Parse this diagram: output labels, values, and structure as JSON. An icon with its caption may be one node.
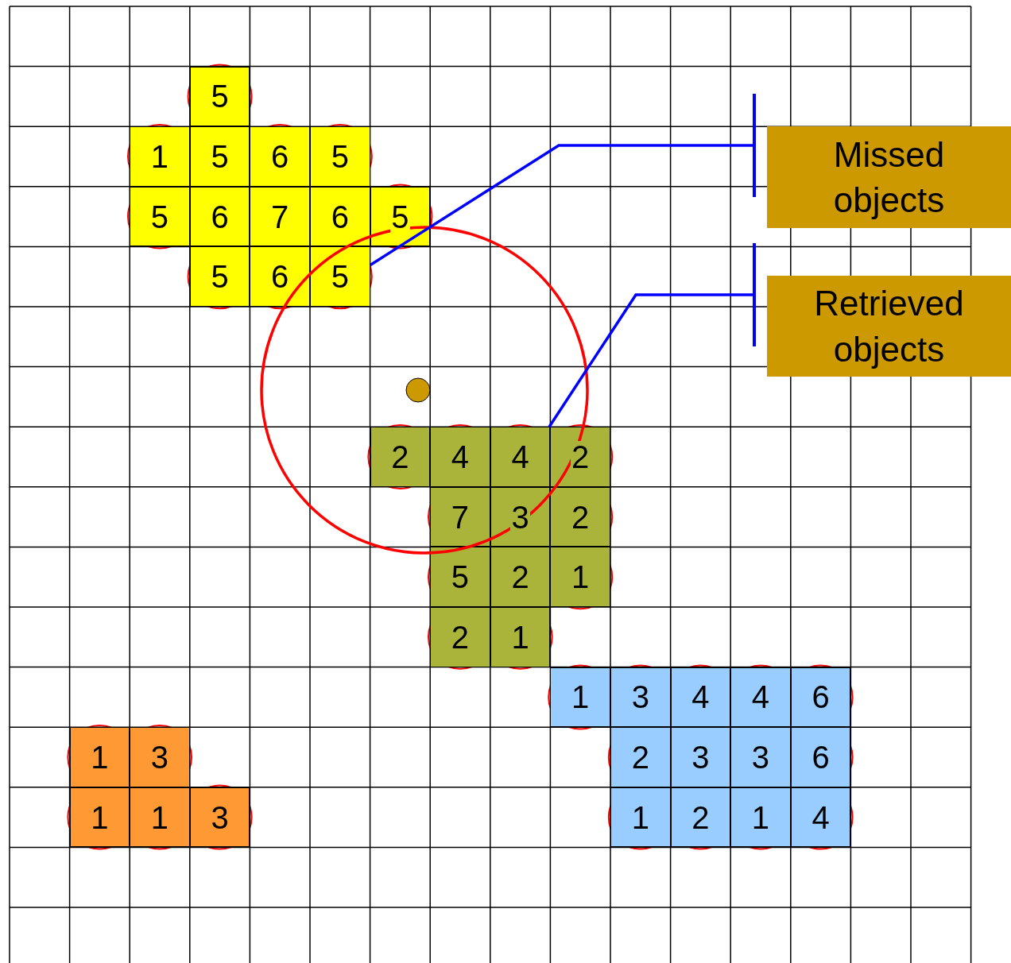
{
  "diagram": {
    "nodes": [
      {
        "text": [
          "5"
        ]
      },
      {
        "text": [
          "1"
        ]
      },
      {
        "text": [
          "5"
        ]
      },
      {
        "text": [
          "6"
        ]
      },
      {
        "text": [
          "5"
        ]
      },
      {
        "text": [
          "5"
        ]
      },
      {
        "text": [
          "6"
        ]
      },
      {
        "text": [
          "7"
        ]
      },
      {
        "text": [
          "6"
        ]
      },
      {
        "text": [
          "5"
        ]
      },
      {
        "text": [
          "5"
        ]
      },
      {
        "text": [
          "6"
        ]
      },
      {
        "text": [
          "5"
        ]
      },
      {
        "text": [
          "2"
        ]
      },
      {
        "text": [
          "4"
        ]
      },
      {
        "text": [
          "4"
        ]
      },
      {
        "text": [
          "2"
        ]
      },
      {
        "text": [
          "7"
        ]
      },
      {
        "text": [
          "3"
        ]
      },
      {
        "text": [
          "2"
        ]
      },
      {
        "text": [
          "5"
        ]
      },
      {
        "text": [
          "2"
        ]
      },
      {
        "text": [
          "1"
        ]
      },
      {
        "text": [
          "2"
        ]
      },
      {
        "text": [
          "1"
        ]
      },
      {
        "text": [
          "1"
        ]
      },
      {
        "text": [
          "3"
        ]
      },
      {
        "text": [
          "4"
        ]
      },
      {
        "text": [
          "4"
        ]
      },
      {
        "text": [
          "6"
        ]
      },
      {
        "text": [
          "2"
        ]
      },
      {
        "text": [
          "3"
        ]
      },
      {
        "text": [
          "3"
        ]
      },
      {
        "text": [
          "6"
        ]
      },
      {
        "text": [
          "1"
        ]
      },
      {
        "text": [
          "2"
        ]
      },
      {
        "text": [
          "1"
        ]
      },
      {
        "text": [
          "4"
        ]
      },
      {
        "text": [
          "1"
        ]
      },
      {
        "text": [
          "3"
        ]
      },
      {
        "text": [
          "1"
        ]
      },
      {
        "text": [
          "1"
        ]
      },
      {
        "text": [
          "3"
        ]
      },
      {
        "text": [
          "Missed objects"
        ]
      },
      {
        "text": [
          "Retrieved objects"
        ]
      }
    ],
    "edges": [
      {
        "from": 43,
        "to": 12,
        "arrow": "other"
      },
      {
        "from": 44,
        "to": 15,
        "arrow": "other"
      }
    ]
  }
}
